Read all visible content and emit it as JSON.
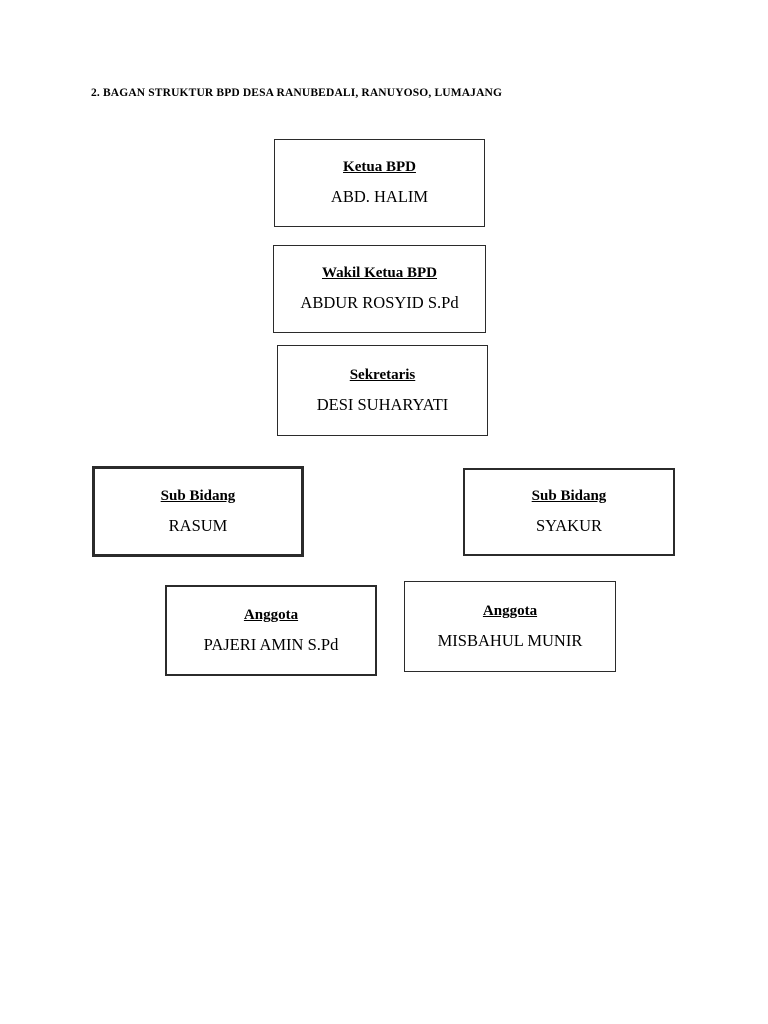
{
  "document": {
    "title": "2. BAGAN STRUKTUR BPD DESA RANUBEDALI, RANUYOSO, LUMAJANG",
    "background_color": "#ffffff",
    "text_color": "#000000",
    "border_color": "#2b2b2b"
  },
  "chart": {
    "type": "org-chart",
    "connectors": "none",
    "nodes": [
      {
        "id": "ketua",
        "role": "Ketua BPD",
        "person": "ABD. HALIM",
        "level": 1
      },
      {
        "id": "wakil",
        "role": "Wakil Ketua BPD",
        "person": "ABDUR ROSYID S.Pd",
        "level": 2
      },
      {
        "id": "sekretaris",
        "role": "Sekretaris",
        "person": "DESI SUHARYATI",
        "level": 3
      },
      {
        "id": "subbidang_left",
        "role": "Sub Bidang",
        "person": "RASUM",
        "level": 4
      },
      {
        "id": "subbidang_right",
        "role": "Sub Bidang",
        "person": "SYAKUR",
        "level": 4
      },
      {
        "id": "anggota_left",
        "role": "Anggota",
        "person": "PAJERI AMIN S.Pd",
        "level": 5
      },
      {
        "id": "anggota_right",
        "role": "Anggota",
        "person": "MISBAHUL MUNIR",
        "level": 5
      }
    ]
  }
}
